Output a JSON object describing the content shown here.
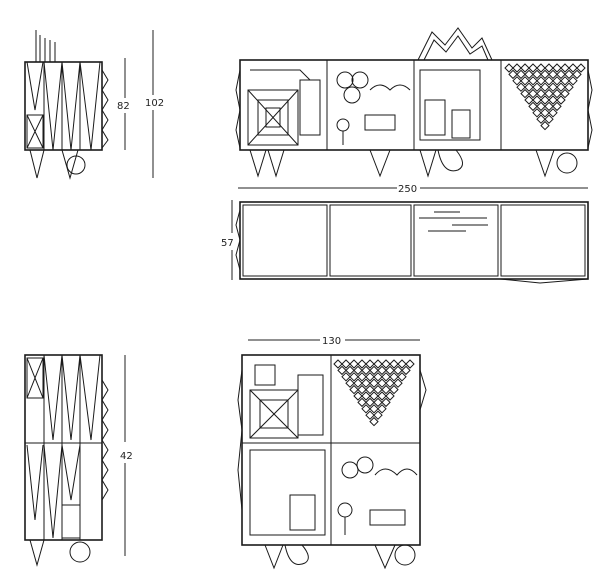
{
  "dimensions": {
    "side_height": "82",
    "total_height": "102",
    "width_long": "250",
    "depth": "57",
    "width_short": "130",
    "height_tall": "42"
  },
  "colors": {
    "line": "#1a1a1a",
    "background": "#ffffff"
  }
}
